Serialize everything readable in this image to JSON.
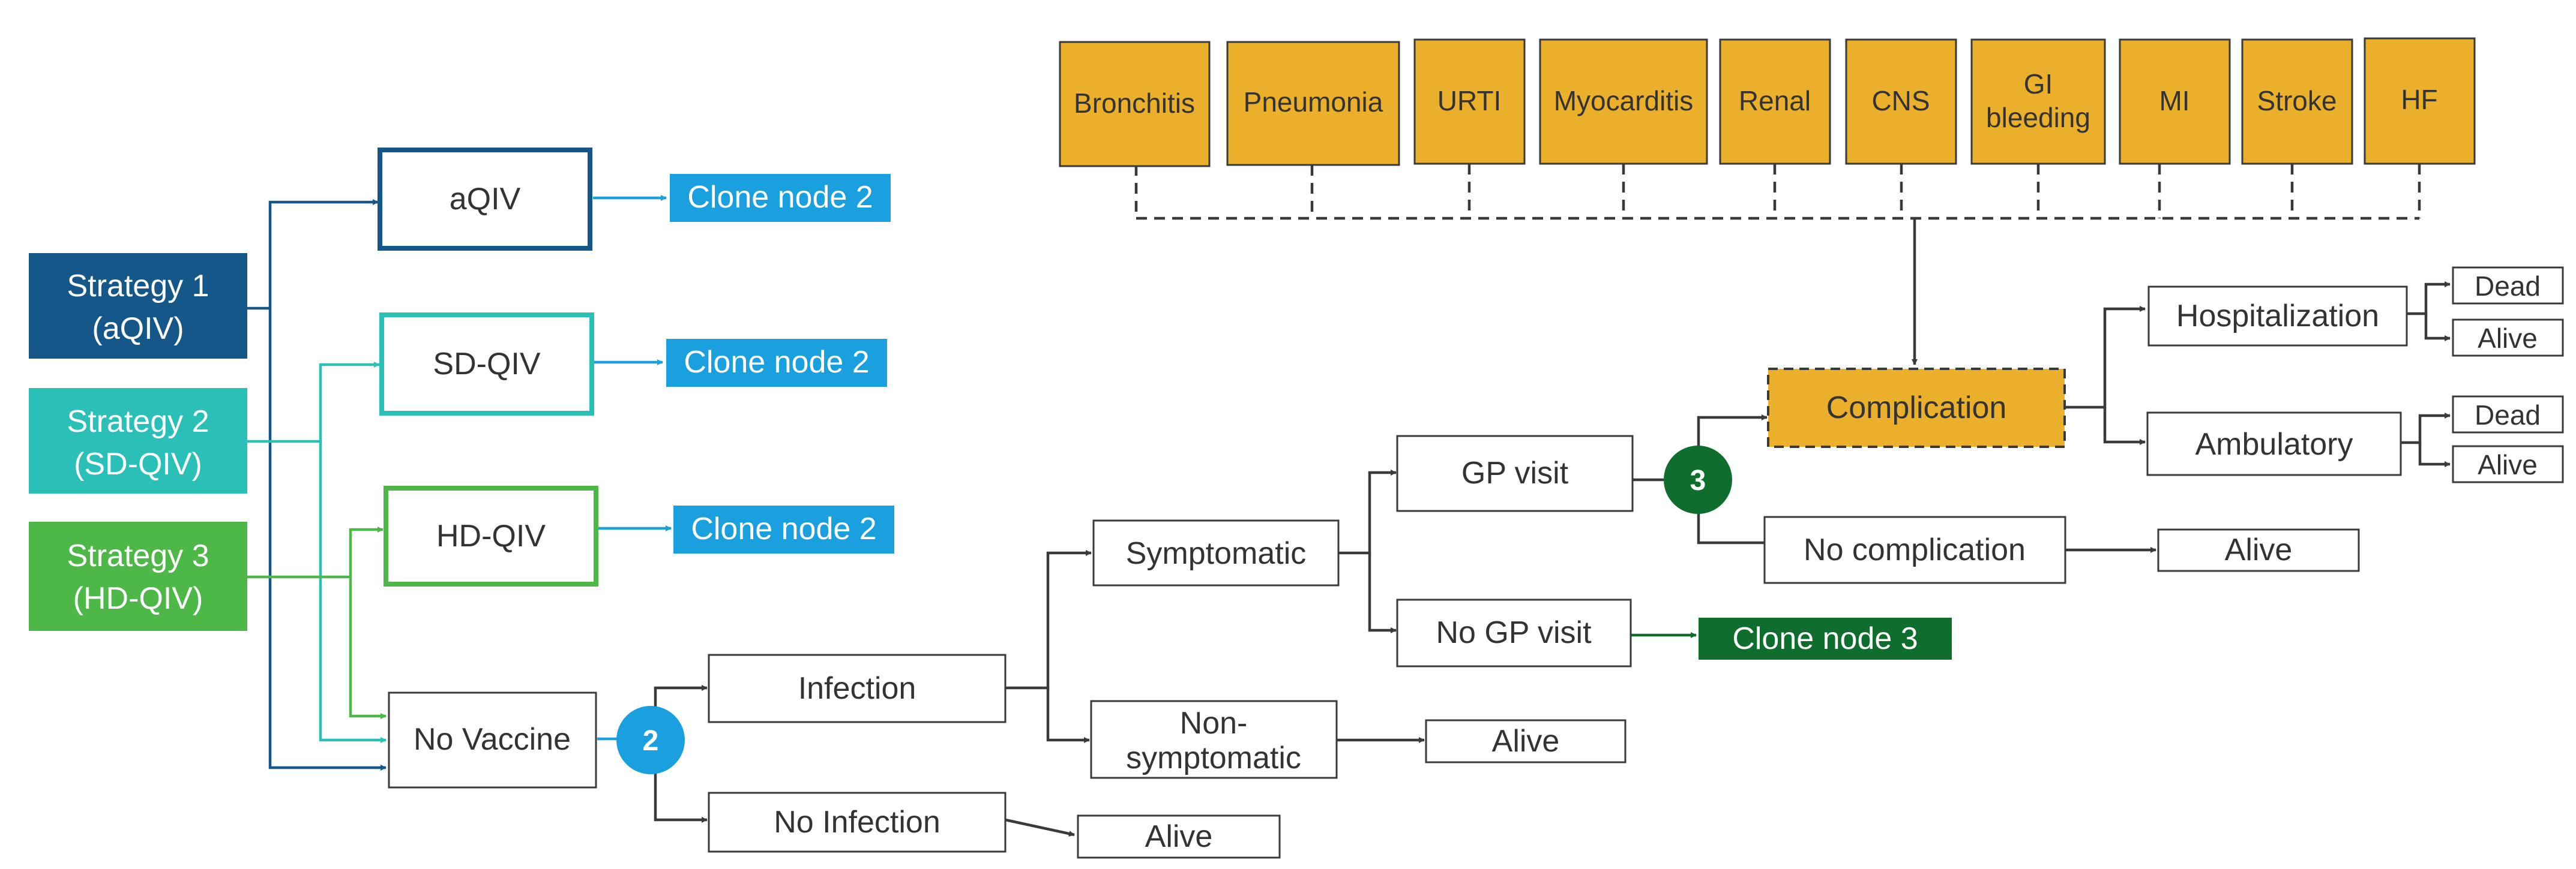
{
  "colors": {
    "strategy1": "#145788",
    "strategy2": "#2AC0B8",
    "strategy3": "#4DB848",
    "clone2": "#1BA0DF",
    "clone3": "#0F6E2E",
    "complication": "#EBB02B",
    "box_border": "#3A3A3A",
    "line": "#3A3A3A"
  },
  "strategies": [
    {
      "line1": "Strategy 1",
      "line2": "(aQIV)"
    },
    {
      "line1": "Strategy 2",
      "line2": "(SD-QIV)"
    },
    {
      "line1": "Strategy 3",
      "line2": "(HD-QIV)"
    }
  ],
  "vaccines": [
    "aQIV",
    "SD-QIV",
    "HD-QIV"
  ],
  "no_vaccine": "No Vaccine",
  "clone_node_2": "Clone node 2",
  "clone_node_3": "Clone node 3",
  "chance_node_2": "2",
  "chance_node_3": "3",
  "infection": "Infection",
  "no_infection": "No Infection",
  "symptomatic": "Symptomatic",
  "non_symptomatic": {
    "line1": "Non-",
    "line2": "symptomatic"
  },
  "gp_visit": "GP visit",
  "no_gp_visit": "No GP visit",
  "complication": "Complication",
  "no_complication": "No complication",
  "hospitalization": "Hospitalization",
  "ambulatory": "Ambulatory",
  "dead": "Dead",
  "alive": "Alive",
  "complications_list": [
    {
      "line1": "Bronchitis"
    },
    {
      "line1": "Pneumonia"
    },
    {
      "line1": "URTI"
    },
    {
      "line1": "Myocarditis"
    },
    {
      "line1": "Renal"
    },
    {
      "line1": "CNS"
    },
    {
      "line1": "GI",
      "line2": "bleeding"
    },
    {
      "line1": "MI"
    },
    {
      "line1": "Stroke"
    },
    {
      "line1": "HF"
    }
  ]
}
